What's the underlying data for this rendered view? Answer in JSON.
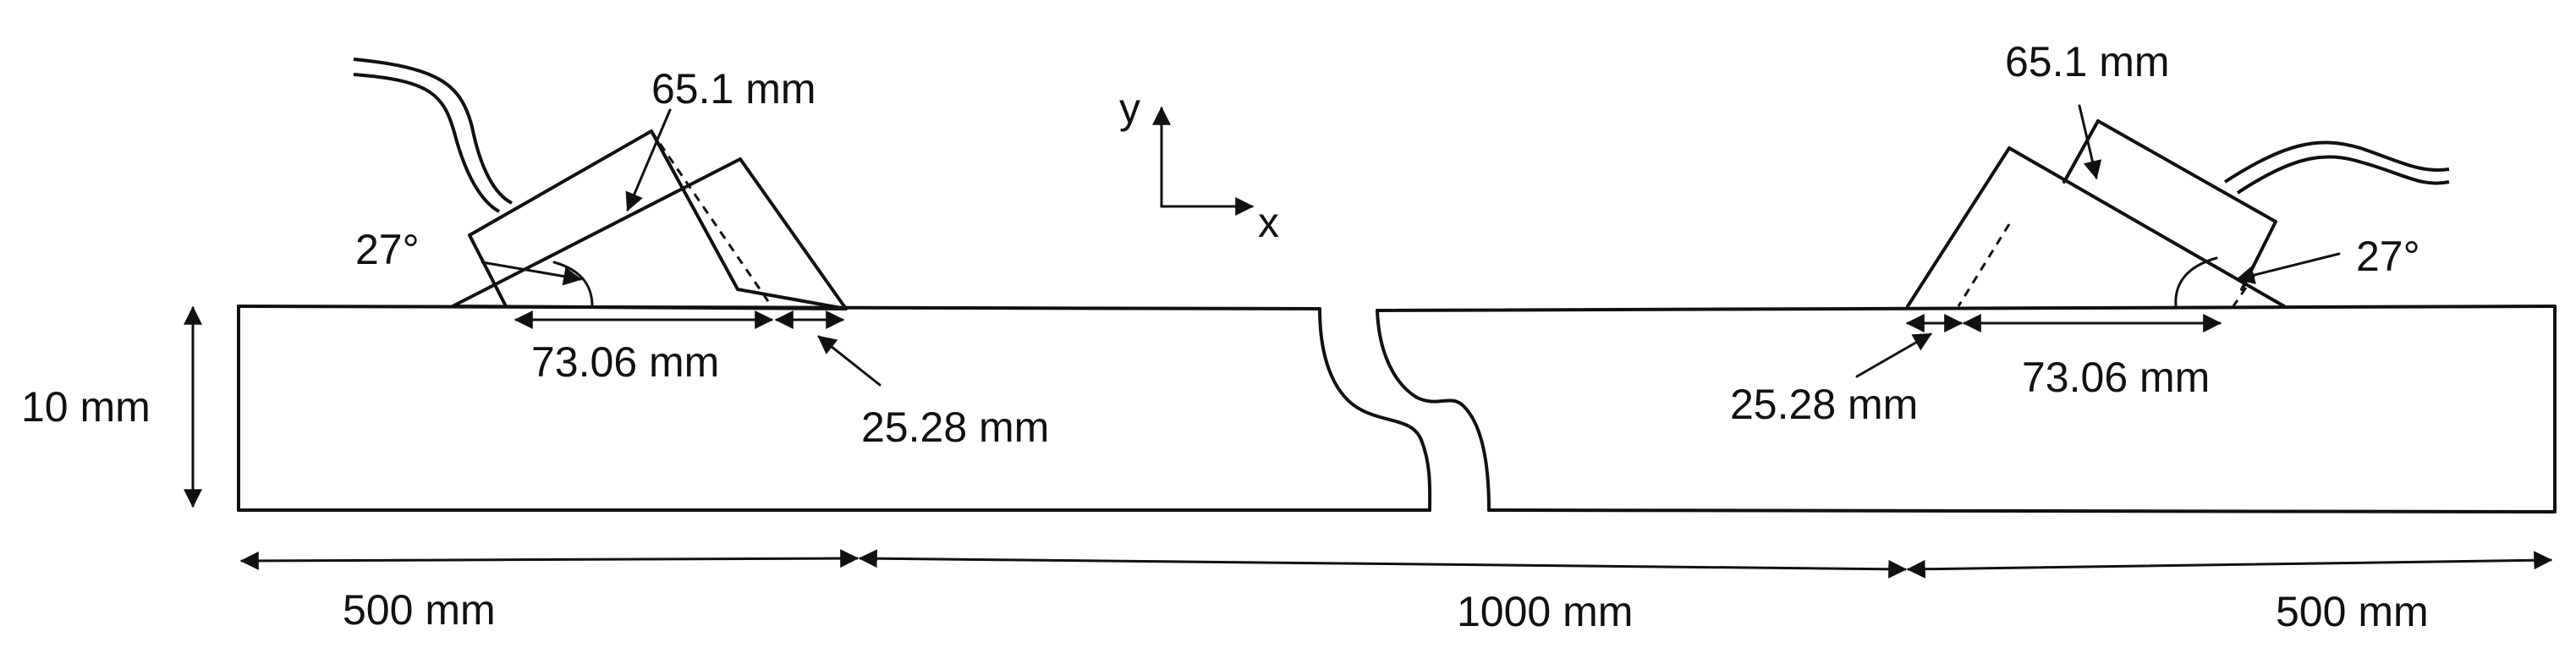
{
  "diagram": {
    "axes": {
      "x_label": "x",
      "y_label": "y"
    },
    "thickness": {
      "label": "10 mm"
    },
    "left_probe": {
      "length_label": "65.1 mm",
      "angle_label": "27°",
      "contact_label": "73.06 mm",
      "offset_label": "25.28 mm"
    },
    "right_probe": {
      "length_label": "65.1 mm",
      "angle_label": "27°",
      "contact_label": "73.06 mm",
      "offset_label": "25.28 mm"
    },
    "spans": {
      "left_label": "500 mm",
      "middle_label": "1000 mm",
      "right_label": "500 mm"
    },
    "colors": {
      "stroke": "#111111",
      "background": "#ffffff"
    }
  }
}
